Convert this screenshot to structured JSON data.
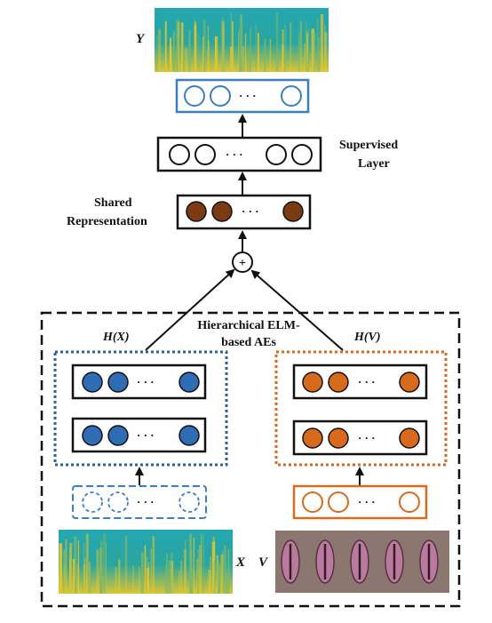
{
  "labels": {
    "y_output": "Y",
    "supervised_line1": "Supervised",
    "supervised_line2": "Layer",
    "shared_line1": "Shared",
    "shared_line2": "Representation",
    "fusion_symbol": "+",
    "hier_line1": "Hierarchical ELM-",
    "hier_line2": "based AEs",
    "h_x": "H(X)",
    "h_v": "H(V)",
    "x_input": "X",
    "v_input": "V",
    "dots": "· · ·"
  },
  "colors": {
    "audio_blue": "#2e6db4",
    "video_orange": "#d86a1c",
    "shared_brown": "#7a3a12",
    "output_frame": "#3a7fc1",
    "black": "#111111",
    "spectrogram_bg": "#1f9aa5",
    "spectrogram_hot": "#e8c72a",
    "mouth_bg": "#8c7670",
    "mouth_lips": "#b97aa0"
  },
  "icons": {
    "fusion": "circled-plus-icon",
    "output_spectrogram": "spectrogram-icon",
    "input_spectrogram": "spectrogram-icon",
    "lip_frames": "lip-frames-icon"
  }
}
